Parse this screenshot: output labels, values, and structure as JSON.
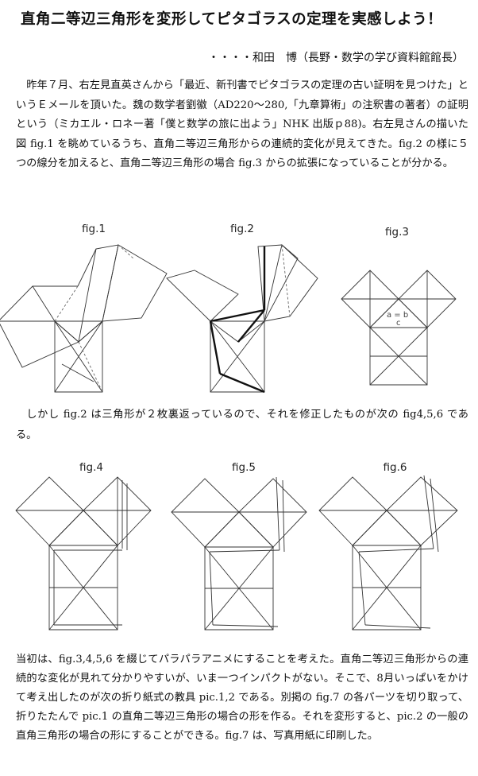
{
  "title": "直角二等辺三角形を変形してピタゴラスの定理を実感しよう！",
  "author": "・・・・和田　博（長野・数学の学び資料館館長）",
  "paragraphs": {
    "p1": "昨年７月、右左見直英さんから「最近、新刊書でピタゴラスの定理の古い証明を見つけた」というＥメールを頂いた。魏の数学者劉徽（AD220～280,「九章算術」の注釈書の著者）の証明という（ミカエル・ロネー著「僕と数学の旅に出よう」NHK 出版ｐ88)。右左見さんの描いた図 fig.1 を眺めているうち、直角二等辺三角形からの連続的変化が見えてきた。fig.2 の様に５つの線分を加えると、直角二等辺三角形の場合 fig.3 からの拡張になっていることが分かる。",
    "p2": "しかし fig.2 は三角形が２枚裏返っているので、それを修正したものが次の fig4,5,6 である。",
    "p3": "当初は、fig.3,4,5,6 を綴じてパラパラアニメにすることを考えた。直角二等辺三角形からの連続的な変化が見れて分かりやすいが、いま一つインパクトがない。そこで、8月いっぱいをかけて考え出したのが次の折り紙式の教具 pic.1,2 である。別掲の fig.7 の各パーツを切り取って、折りたたんで pic.1 の直角二等辺三角形の場合の形を作る。それを変形すると、pic.2 の一般の直角三角形の場合の形にすることができる。fig.7 は、写真用紙に印刷した。"
  },
  "figures": {
    "fig1": "fig.1",
    "fig2": "fig.2",
    "fig3": "fig.3",
    "fig4": "fig.4",
    "fig5": "fig.5",
    "fig6": "fig.6"
  },
  "fig3_labels": {
    "ab": "a = b",
    "c": "c"
  },
  "colors": {
    "ink": "#333333",
    "dash": "#666666"
  }
}
